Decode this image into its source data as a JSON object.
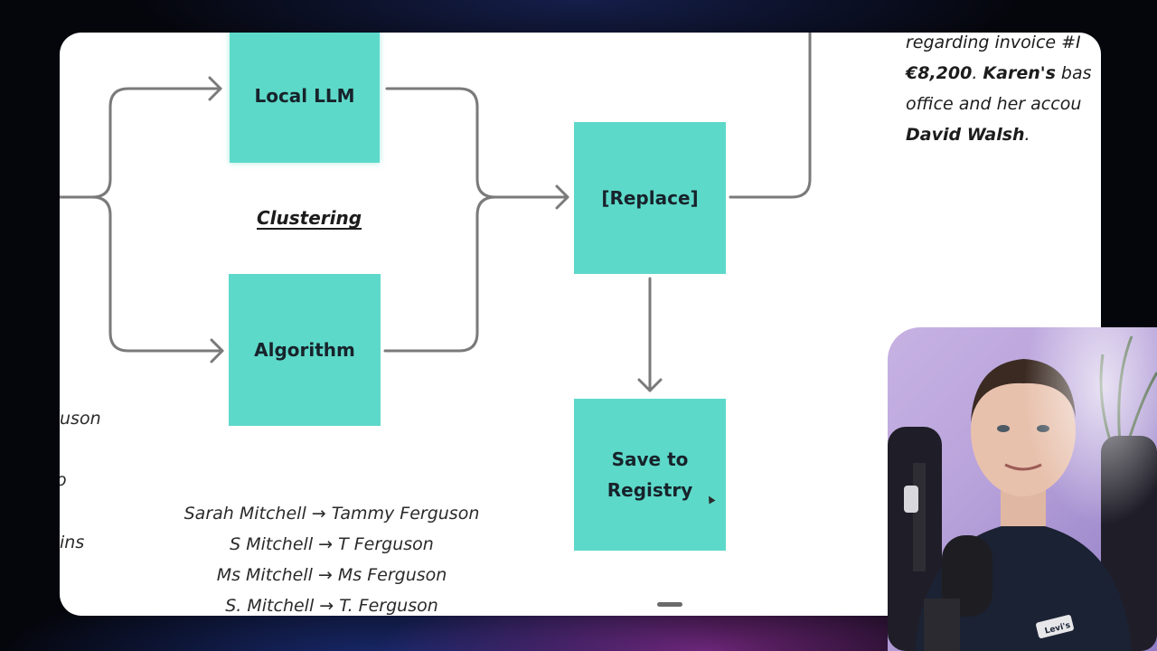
{
  "diagram": {
    "nodes": {
      "local_llm": "Local LLM",
      "algorithm": "Algorithm",
      "replace": "[Replace]",
      "save_registry": "Save to\nRegistry"
    },
    "clustering_label": "Clustering",
    "left_fragments": [
      "uson",
      "o",
      "ins"
    ],
    "mappings": [
      "Sarah Mitchell → Tammy Ferguson",
      "S Mitchell → T Ferguson",
      "Ms Mitchell → Ms Ferguson",
      "S. Mitchell → T. Ferguson"
    ]
  },
  "invoice_excerpt": {
    "line1": "regarding invoice #I",
    "line2_amount": "€8,200",
    "line2_sep": ". ",
    "line2_name": "Karen's",
    "line2_rest": " bas",
    "line3": "office and her accou",
    "line4_name": "David Walsh",
    "line4_end": "."
  },
  "colors": {
    "node_fill": "#5dd9c9",
    "connector": "#7a7a7a",
    "slide_bg": "#ffffff"
  },
  "webcam": {
    "shirt_logo": "Levi's"
  }
}
